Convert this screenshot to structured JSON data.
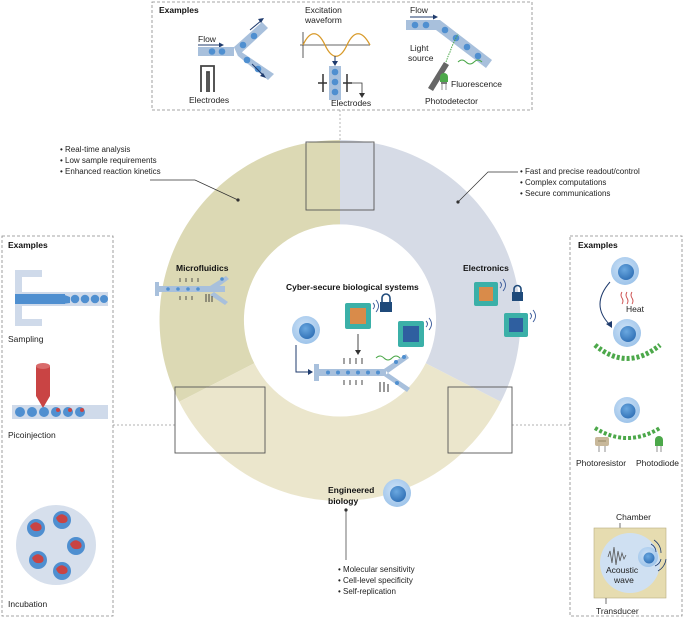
{
  "colors": {
    "microfluidics_arc": "#dcd9b4",
    "electronics_arc": "#d6dbe6",
    "biology_arc": "#ebe6cc",
    "cell_blue": "#4f8fd0",
    "channel_blue": "#a8c0dc",
    "droplet_red": "#c94444",
    "green_accent": "#4ca84a",
    "teal_chip": "#3bb0a8"
  },
  "center_title": "Cyber-secure biological systems",
  "sectors": {
    "microfluidics": {
      "label": "Microfluidics",
      "bullets": [
        "Real-time analysis",
        "Low sample requirements",
        "Enhanced reaction kinetics"
      ]
    },
    "electronics": {
      "label": "Electronics",
      "bullets": [
        "Fast and precise readout/control",
        "Complex computations",
        "Secure communications"
      ]
    },
    "biology": {
      "label_line1": "Engineered",
      "label_line2": "biology",
      "bullets": [
        "Molecular sensitivity",
        "Cell-level specificity",
        "Self-replication"
      ]
    }
  },
  "top_panel": {
    "heading": "Examples",
    "flow1": "Flow",
    "electrodes1": "Electrodes",
    "excitation_line1": "Excitation",
    "excitation_line2": "waveform",
    "electrodes2": "Electrodes",
    "flow2": "Flow",
    "light_line1": "Light",
    "light_line2": "source",
    "fluorescence": "Fluorescence",
    "photodetector": "Photodetector"
  },
  "left_panel": {
    "heading": "Examples",
    "sampling": "Sampling",
    "picoinjection": "Picoinjection",
    "incubation": "Incubation"
  },
  "right_panel": {
    "heading": "Examples",
    "heat": "Heat",
    "photoresistor": "Photoresistor",
    "photodiode": "Photodiode",
    "chamber": "Chamber",
    "acoustic_line1": "Acoustic",
    "acoustic_line2": "wave",
    "transducer": "Transducer"
  }
}
